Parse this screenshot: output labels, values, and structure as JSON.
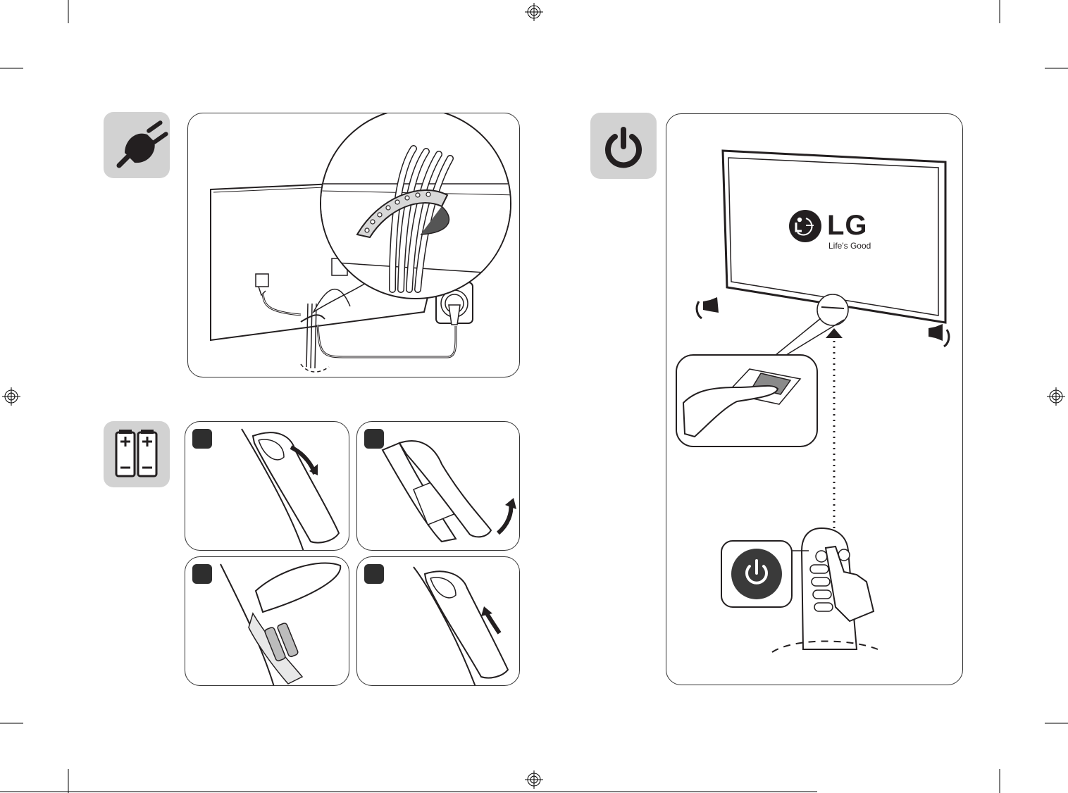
{
  "brand": {
    "logo_text": "LG",
    "tagline": "Life's Good"
  },
  "sections": {
    "power_cable": {
      "icon": "power-plug-icon"
    },
    "batteries": {
      "icon": "battery-icon",
      "steps": 4
    },
    "power_on": {
      "icon": "power-icon"
    }
  },
  "colors": {
    "tile_gray": "#d2d2d2",
    "line_dark": "#231f20",
    "step_marker": "#2e2e2e"
  }
}
